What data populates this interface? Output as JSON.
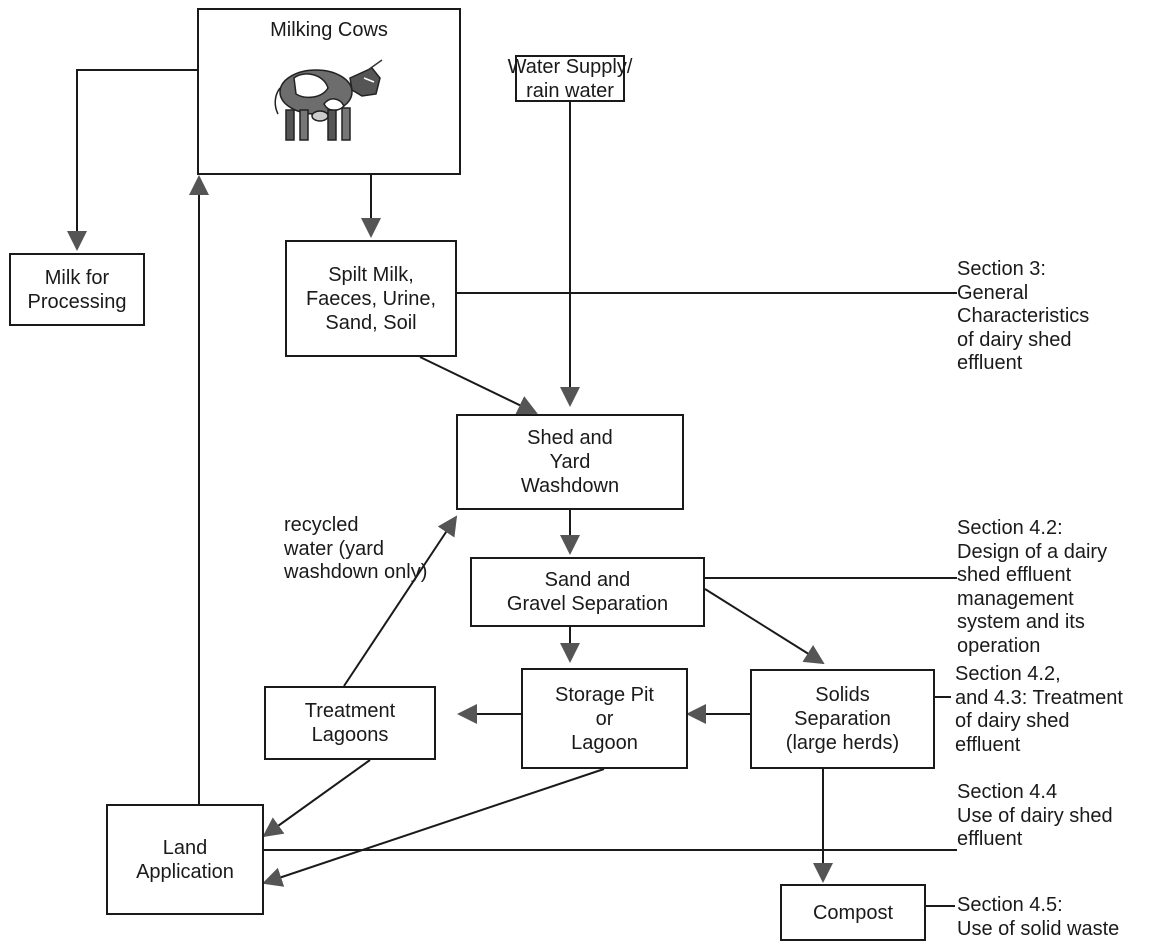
{
  "nodes": {
    "milking_cows": {
      "lines": [
        "Milking Cows"
      ]
    },
    "water_supply": {
      "lines": [
        "Water Supply/",
        "rain water"
      ]
    },
    "milk_processing": {
      "lines": [
        "Milk for",
        "Processing"
      ]
    },
    "spilt_milk": {
      "lines": [
        "Spilt Milk,",
        "Faeces, Urine,",
        "Sand, Soil"
      ]
    },
    "shed_washdown": {
      "lines": [
        "Shed and",
        "Yard",
        "Washdown"
      ]
    },
    "sand_gravel": {
      "lines": [
        "Sand and",
        "Gravel Separation"
      ]
    },
    "storage_pit": {
      "lines": [
        "Storage Pit",
        "or",
        "Lagoon"
      ]
    },
    "treatment_lagoons": {
      "lines": [
        "Treatment",
        "Lagoons"
      ]
    },
    "solids_separation": {
      "lines": [
        "Solids",
        "Separation",
        "(large herds)"
      ]
    },
    "land_application": {
      "lines": [
        "Land",
        "Application"
      ]
    },
    "compost": {
      "lines": [
        "Compost"
      ]
    }
  },
  "recycled_label": {
    "lines": [
      "recycled",
      "water (yard",
      "washdown only)"
    ]
  },
  "notes": {
    "section_3": {
      "lines": [
        "Section 3:",
        "General",
        "Characteristics",
        "of dairy shed",
        "effluent"
      ]
    },
    "section_4_2": {
      "lines": [
        "Section 4.2:",
        "Design of a dairy",
        "shed effluent",
        "management",
        "system and its",
        "operation"
      ]
    },
    "section_4_2_4_3": {
      "lines": [
        "Section 4.2,",
        "and 4.3: Treatment",
        "of dairy shed",
        "effluent"
      ]
    },
    "section_4_4": {
      "lines": [
        "Section 4.4",
        "Use of dairy shed",
        "effluent"
      ]
    },
    "section_4_5": {
      "lines": [
        "Section 4.5:",
        "Use of solid waste"
      ]
    }
  },
  "image": {
    "cow": "cow-illustration"
  },
  "colors": {
    "line": "#1a1a1a",
    "arrow": "#555555"
  }
}
